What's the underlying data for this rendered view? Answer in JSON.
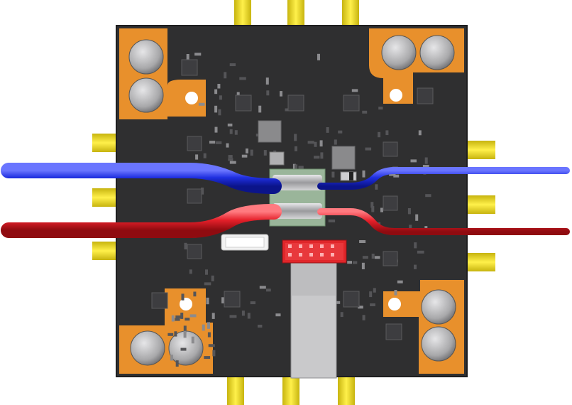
{
  "scene": {
    "subject": "pcb-render",
    "colors": {
      "board": "#2f2f30",
      "board_edge": "#1e1e1f",
      "pad_orange": "#e8902c",
      "pad_orange_dark": "#c9731a",
      "connector_gold": "#f2e11c",
      "connector_gold_dark": "#c7b40f",
      "capacitor_silver": "#b9b9bb",
      "wire_blue": "#1f2fe0",
      "wire_red": "#e5202a",
      "ic_dark": "#3d3d40",
      "ic_light": "#8a8a8c",
      "header_red": "#e0262a",
      "connector_white": "#f2f2f2"
    },
    "counts": {
      "top_sma": 3,
      "bottom_sma": 3,
      "left_sma": 3,
      "right_sma": 3,
      "capacitors": 8
    }
  }
}
